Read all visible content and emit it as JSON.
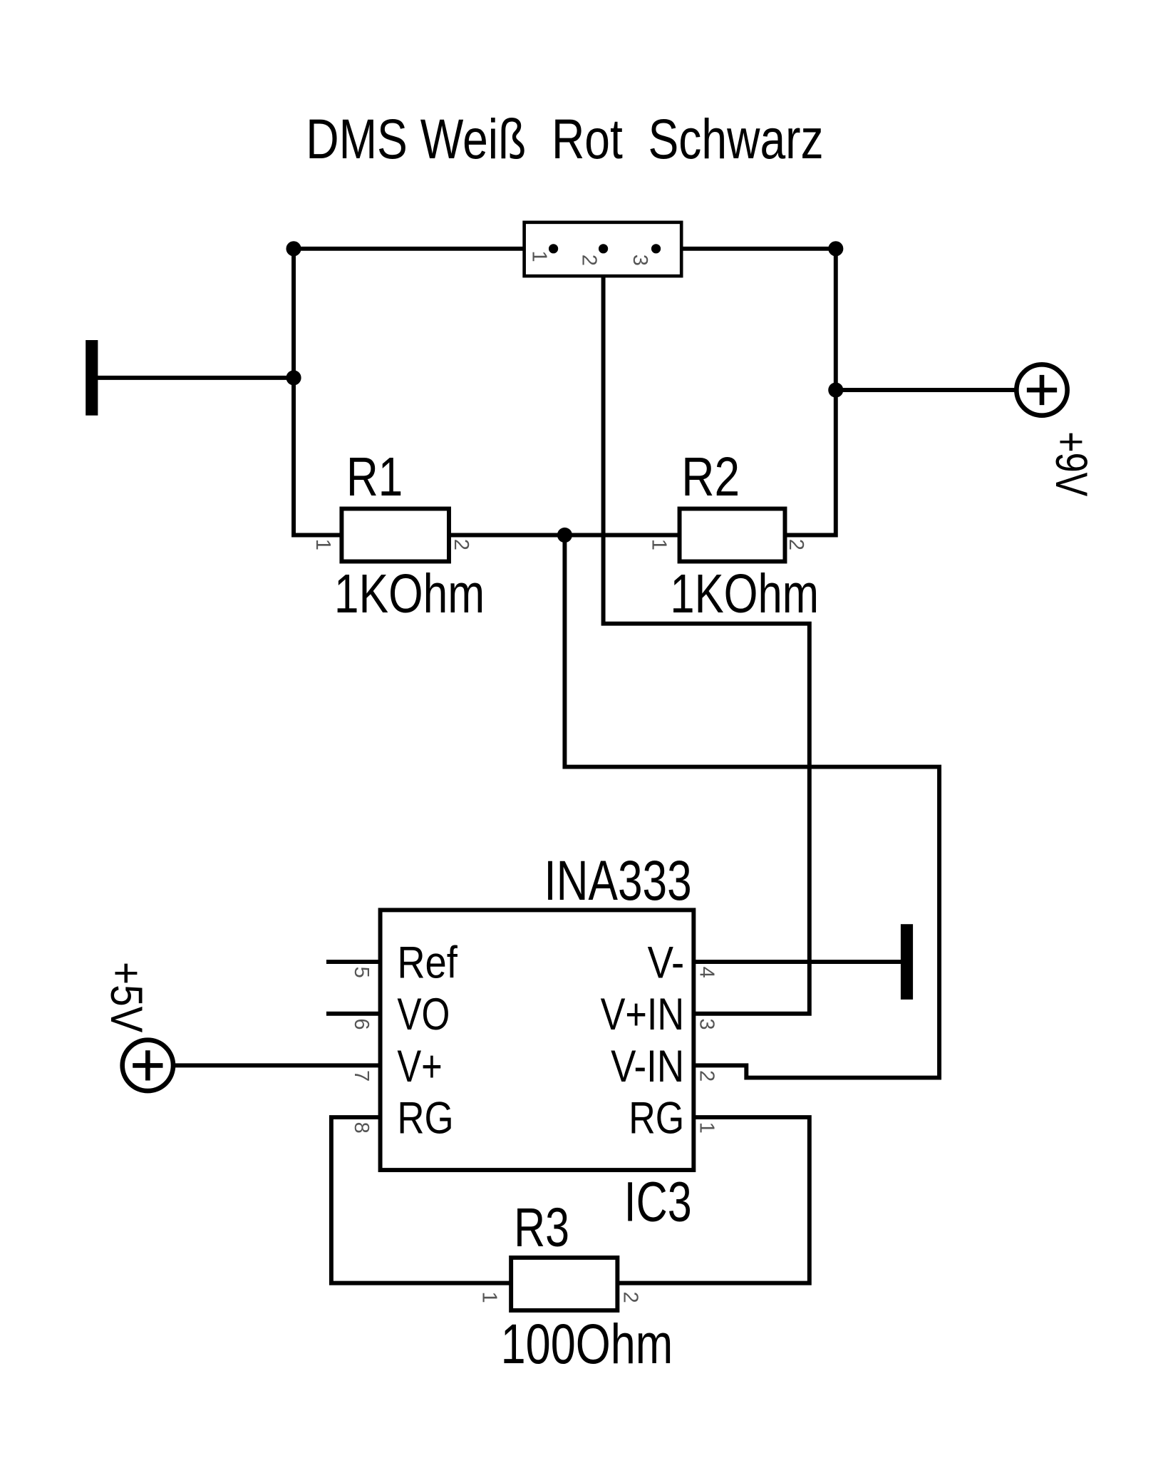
{
  "title": "DMS Weiß  Rot  Schwarz",
  "connector": {
    "pins": [
      "1",
      "2",
      "3"
    ]
  },
  "r1": {
    "name": "R1",
    "value": "1KOhm",
    "pins": [
      "1",
      "2"
    ]
  },
  "r2": {
    "name": "R2",
    "value": "1KOhm",
    "pins": [
      "1",
      "2"
    ]
  },
  "r3": {
    "name": "R3",
    "value": "100Ohm",
    "pins": [
      "1",
      "2"
    ]
  },
  "ic": {
    "part": "INA333",
    "name": "IC3",
    "left_pins": [
      {
        "number": "5",
        "label": "Ref"
      },
      {
        "number": "6",
        "label": "VO"
      },
      {
        "number": "7",
        "label": "V+"
      },
      {
        "number": "8",
        "label": "RG"
      }
    ],
    "right_pins": [
      {
        "number": "4",
        "label": "V-"
      },
      {
        "number": "3",
        "label": "V+IN"
      },
      {
        "number": "2",
        "label": "V-IN"
      },
      {
        "number": "1",
        "label": "RG"
      }
    ]
  },
  "supplies": {
    "plus_9v": {
      "label": "+9V",
      "icon": "supply-circle-plus-icon"
    },
    "plus_5v": {
      "label": "+5V",
      "icon": "supply-circle-plus-icon"
    }
  },
  "grounds": {
    "bridge": {
      "icon": "ground-bar-icon"
    },
    "ic": {
      "icon": "ground-bar-icon"
    }
  },
  "colors": {
    "background": "#ffffff",
    "line": "#000000",
    "pin_number": "#555555"
  }
}
